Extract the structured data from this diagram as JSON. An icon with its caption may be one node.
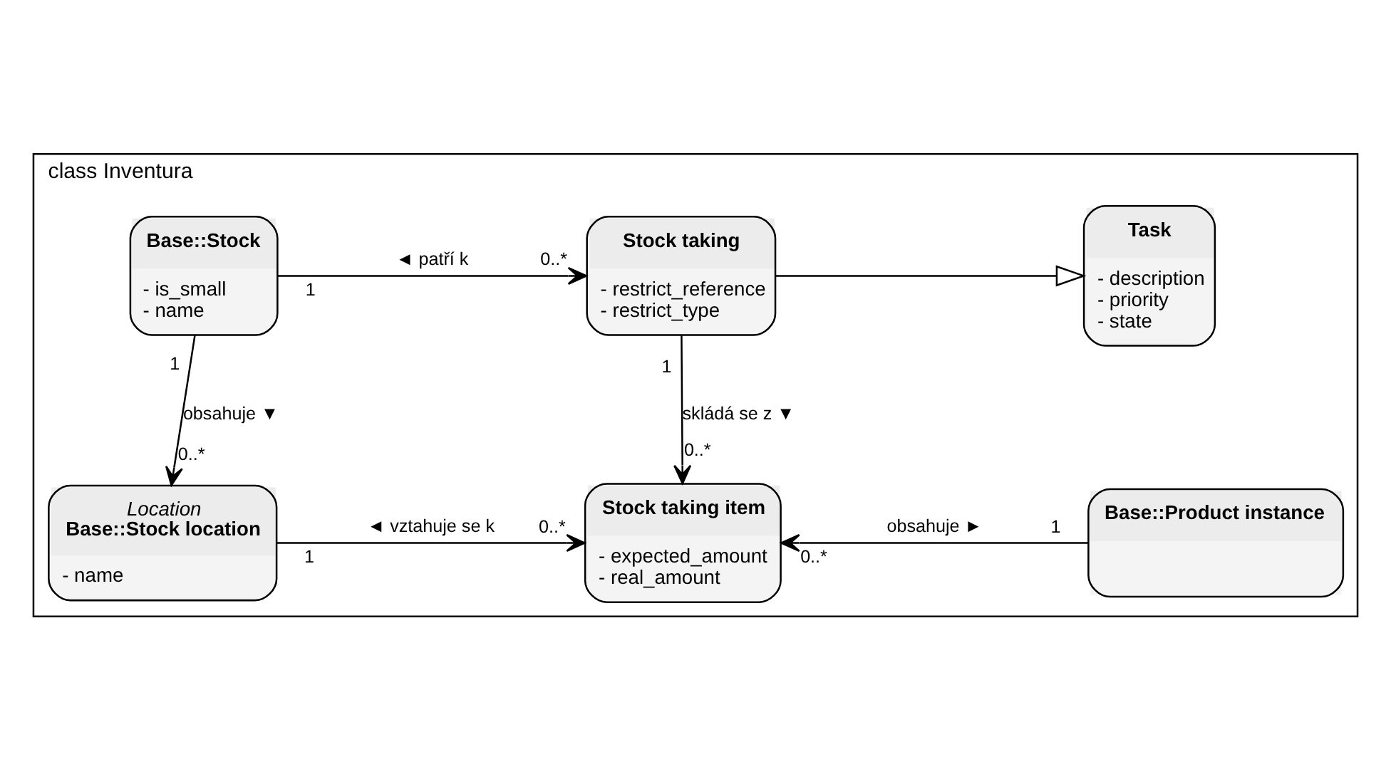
{
  "diagram": {
    "nodes": [
      {
        "text": [
          "class Inventura"
        ]
      },
      {
        "text": [
          "Base::Stock",
          "- is_small",
          "- name"
        ],
        "in": 0
      },
      {
        "text": [
          "Stock taking",
          "- restrict_reference",
          "- restrict_type"
        ],
        "in": 0
      },
      {
        "text": [
          "Task",
          "- description",
          "- priority",
          "- state"
        ],
        "in": 0
      },
      {
        "text": [
          "Location",
          "Base::Stock location",
          "- name"
        ],
        "in": 0
      },
      {
        "text": [
          "Stock taking item",
          "- expected_amount",
          "- real_amount"
        ],
        "in": 0
      },
      {
        "text": [
          "Base::Product instance"
        ],
        "in": 0
      }
    ],
    "edges": [
      {
        "from": 1,
        "to": 2,
        "arrow": "to",
        "label": "◄ patří k"
      },
      {
        "from": 2,
        "to": 3,
        "arrow": "to"
      },
      {
        "from": 1,
        "to": 4,
        "arrow": "to",
        "label": "obsahuje ▼"
      },
      {
        "from": 2,
        "to": 5,
        "arrow": "to",
        "label": "skládá se z ▼"
      },
      {
        "from": 4,
        "to": 5,
        "arrow": "to",
        "label": "◄ vztahuje se k"
      },
      {
        "from": 6,
        "to": 5,
        "arrow": "to",
        "label": "obsahuje ►"
      }
    ],
    "labels": [
      "1",
      "0..*",
      "1",
      "1",
      "0..*",
      "0..*",
      "1",
      "0..*",
      "0..*",
      "1"
    ]
  }
}
